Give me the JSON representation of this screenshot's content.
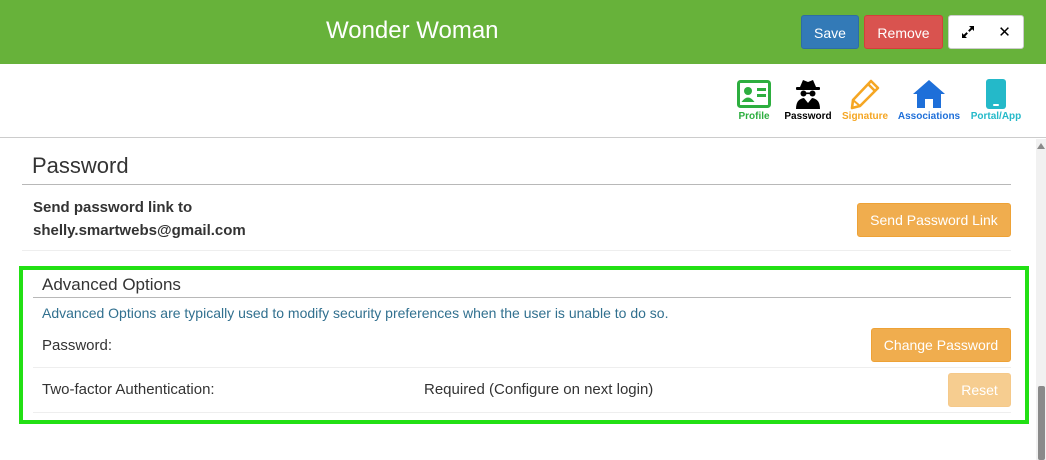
{
  "header": {
    "title": "Wonder Woman",
    "save_label": "Save",
    "remove_label": "Remove",
    "expand_icon": "expand-arrows-icon",
    "close_icon": "close-icon",
    "bg_color": "#67b23a"
  },
  "nav": {
    "items": [
      {
        "label": "Profile",
        "icon": "id-card-icon",
        "color": "#2dae3f"
      },
      {
        "label": "Password",
        "icon": "spy-icon",
        "color": "#000000"
      },
      {
        "label": "Signature",
        "icon": "pencil-icon",
        "color": "#f5a623"
      },
      {
        "label": "Associations",
        "icon": "home-icon",
        "color": "#1e6fd9"
      },
      {
        "label": "Portal/App",
        "icon": "mobile-phone-icon",
        "color": "#24b9c9"
      }
    ]
  },
  "password_section": {
    "title": "Password",
    "send_line1": "Send password link to",
    "send_line2": "shelly.smartwebs@gmail.com",
    "send_button": "Send Password Link"
  },
  "advanced": {
    "title": "Advanced Options",
    "description": "Advanced Options are typically used to modify security preferences when the user is unable to do so.",
    "password_label": "Password:",
    "change_password_button": "Change Password",
    "tfa_label": "Two-factor Authentication:",
    "tfa_value": "Required (Configure on next login)",
    "reset_button": "Reset",
    "highlight_color": "#22e014"
  }
}
